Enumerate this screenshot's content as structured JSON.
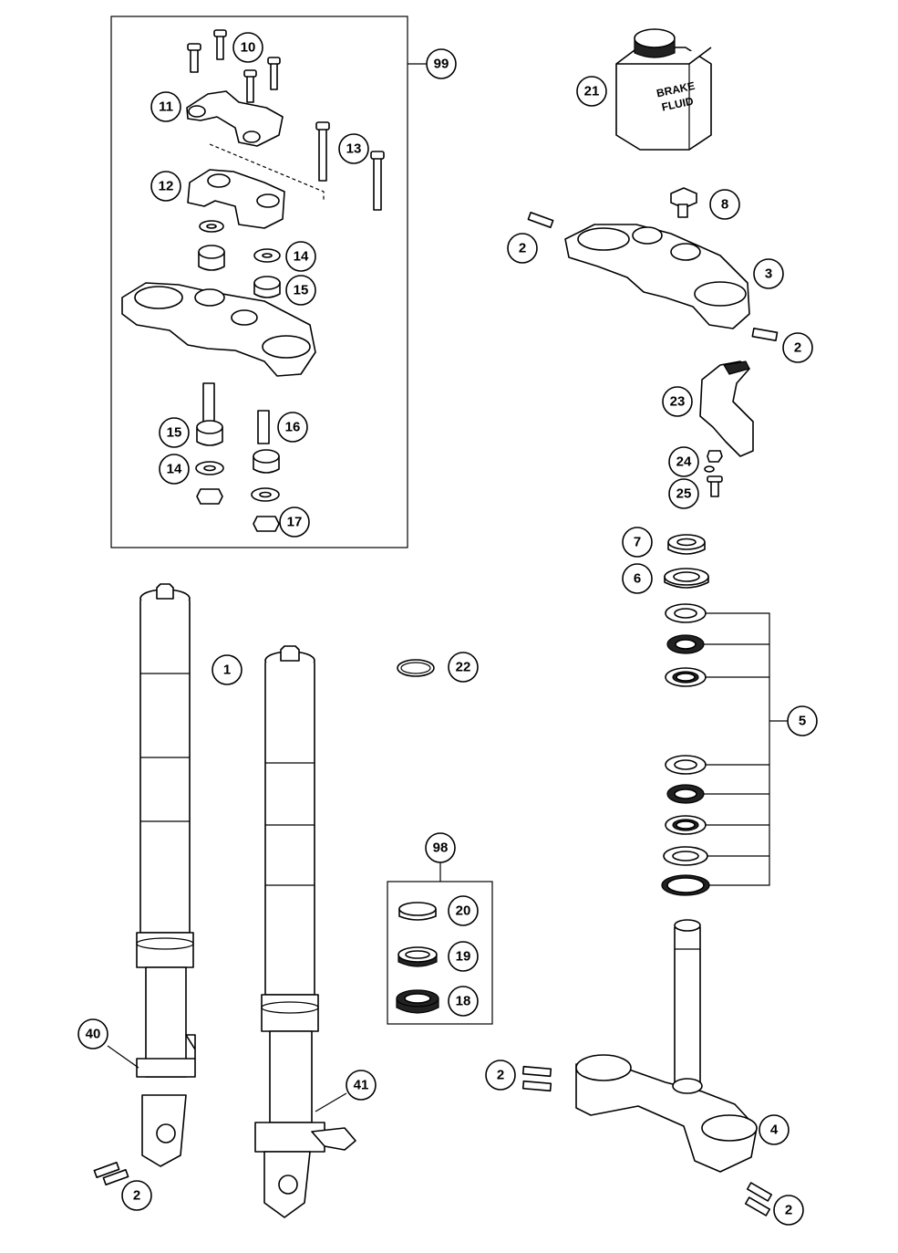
{
  "callouts": {
    "c10": "10",
    "c11": "11",
    "c12": "12",
    "c13": "13",
    "c14a": "14",
    "c15a": "15",
    "c15b": "15",
    "c16": "16",
    "c14b": "14",
    "c17": "17",
    "c99": "99",
    "c21": "21",
    "c8": "8",
    "c2a": "2",
    "c3": "3",
    "c2b": "2",
    "c23": "23",
    "c24": "24",
    "c25": "25",
    "c7": "7",
    "c6": "6",
    "c5": "5",
    "c1": "1",
    "c22": "22",
    "c98": "98",
    "c20": "20",
    "c19": "19",
    "c18": "18",
    "c40": "40",
    "c41": "41",
    "c2c": "2",
    "c2d": "2",
    "c4": "4",
    "c2e": "2"
  },
  "labels": {
    "brake_fluid_line1": "BRAKE",
    "brake_fluid_line2": "FLUID"
  }
}
